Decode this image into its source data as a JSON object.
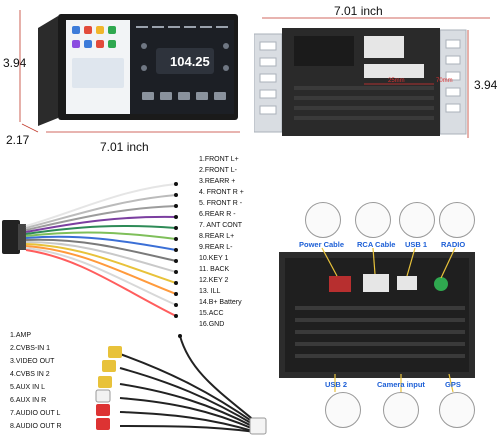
{
  "front_unit": {
    "height_label": "3.94",
    "depth_label": "2.17",
    "width_label": "7.01 inch",
    "screen": {
      "time": "104.25"
    }
  },
  "back_unit": {
    "width_label": "7.01 inch",
    "height_label": "3.94",
    "dim_a": "25mm",
    "dim_b": "70mm"
  },
  "wire_harness": {
    "pins": [
      "1.FRONT L+",
      "2.FRONT L-",
      "3.REARR +",
      "4. FRONT R +",
      "5. FRONT R -",
      "6.REAR R -",
      "7. ANT CONT",
      "8.REAR L+",
      "9.REAR L-",
      "10.KEY 1",
      "11. BACK",
      "12.KEY 2",
      "13. ILL",
      "14.B+ Battery",
      "15.ACC",
      "16.GND"
    ]
  },
  "rca_harness": {
    "pins": [
      "1.AMP",
      "2.CVBS-IN 1",
      "3.VIDEO OUT",
      "4.CVBS IN 2",
      "5.AUX IN L",
      "6.AUX IN R",
      "7.AUDIO OUT L",
      "8.AUDIO OUT R"
    ]
  },
  "connections": {
    "top_labels": [
      "Power Cable",
      "RCA Cable",
      "USB 1",
      "RADIO"
    ],
    "bottom_labels": [
      "USB 2",
      "Camera input",
      "GPS"
    ]
  },
  "colors": {
    "label_blue": "#1d5fd6",
    "dim_red": "#c0392b"
  }
}
